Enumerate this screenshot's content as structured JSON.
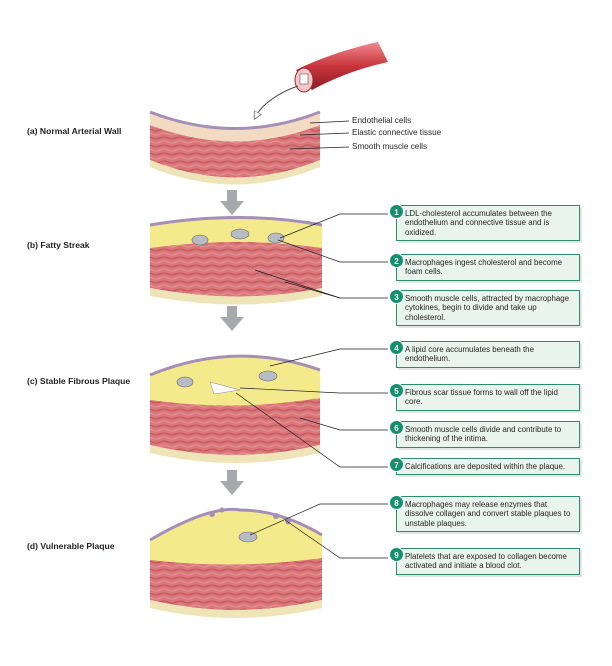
{
  "stages": [
    {
      "label": "(a) Normal Arterial Wall"
    },
    {
      "label": "(b) Fatty Streak"
    },
    {
      "label": "(c) Stable Fibrous Plaque"
    },
    {
      "label": "(d) Vulnerable Plaque"
    }
  ],
  "tissue_labels": [
    "Endothelial cells",
    "Elastic connective tissue",
    "Smooth muscle cells"
  ],
  "steps": [
    {
      "number": "1",
      "text": "LDL-cholesterol accumulates between the endothelium and connective tissue and is oxidized."
    },
    {
      "number": "2",
      "text": "Macrophages ingest cholesterol and become foam cells."
    },
    {
      "number": "3",
      "text": "Smooth muscle cells, attracted by macrophage cytokines, begin to divide and take up cholesterol."
    },
    {
      "number": "4",
      "text": "A lipid core accumulates beneath the endothelium."
    },
    {
      "number": "5",
      "text": "Fibrous scar tissue forms to wall off the lipid core."
    },
    {
      "number": "6",
      "text": "Smooth muscle cells divide and contribute to thickening of the intima."
    },
    {
      "number": "7",
      "text": "Calcifications are deposited within the plaque."
    },
    {
      "number": "8",
      "text": "Macrophages may release enzymes that dissolve collagen and convert stable plaques to unstable plaques."
    },
    {
      "number": "9",
      "text": "Platelets that are exposed to collagen become activated and initiate a blood clot."
    }
  ],
  "colors": {
    "accent": "#13906c",
    "callout_bg": "#eaf4ef",
    "muscle": "#d9767a",
    "lipid": "#f4ea8c",
    "arrow": "#a7a9ac"
  }
}
